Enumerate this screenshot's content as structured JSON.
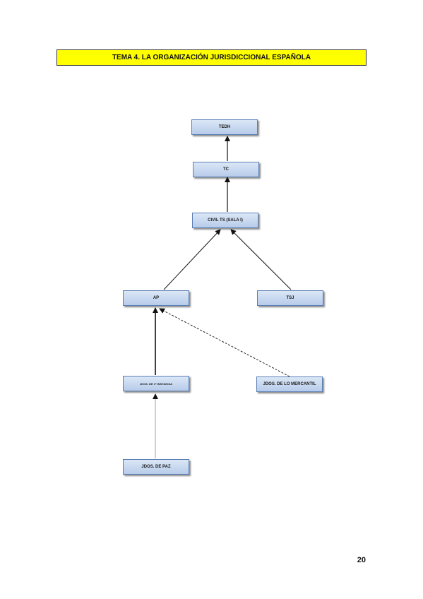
{
  "title": "TEMA 4. LA ORGANIZACIÓN JURISDICCIONAL ESPAÑOLA",
  "nodes": {
    "tedh": "TEDH",
    "tc": "TC",
    "civil_ts": "CIVIL TS (SALA I)",
    "ap": "AP",
    "tsj": "TSJ",
    "jdos_primera_instancia": "JDOS. DE 1ª INSTANCIA",
    "jdos_mercantil": "JDOS. DE LO MERCANTIL",
    "jdos_paz": "JDOS. DE PAZ"
  },
  "edges": [
    {
      "from": "tc",
      "to": "tedh"
    },
    {
      "from": "civil_ts",
      "to": "tc"
    },
    {
      "from": "ap",
      "to": "civil_ts"
    },
    {
      "from": "tsj",
      "to": "civil_ts"
    },
    {
      "from": "jdos_primera_instancia",
      "to": "ap"
    },
    {
      "from": "jdos_mercantil",
      "to": "ap"
    },
    {
      "from": "jdos_paz",
      "to": "jdos_primera_instancia"
    }
  ],
  "page_number": "20"
}
